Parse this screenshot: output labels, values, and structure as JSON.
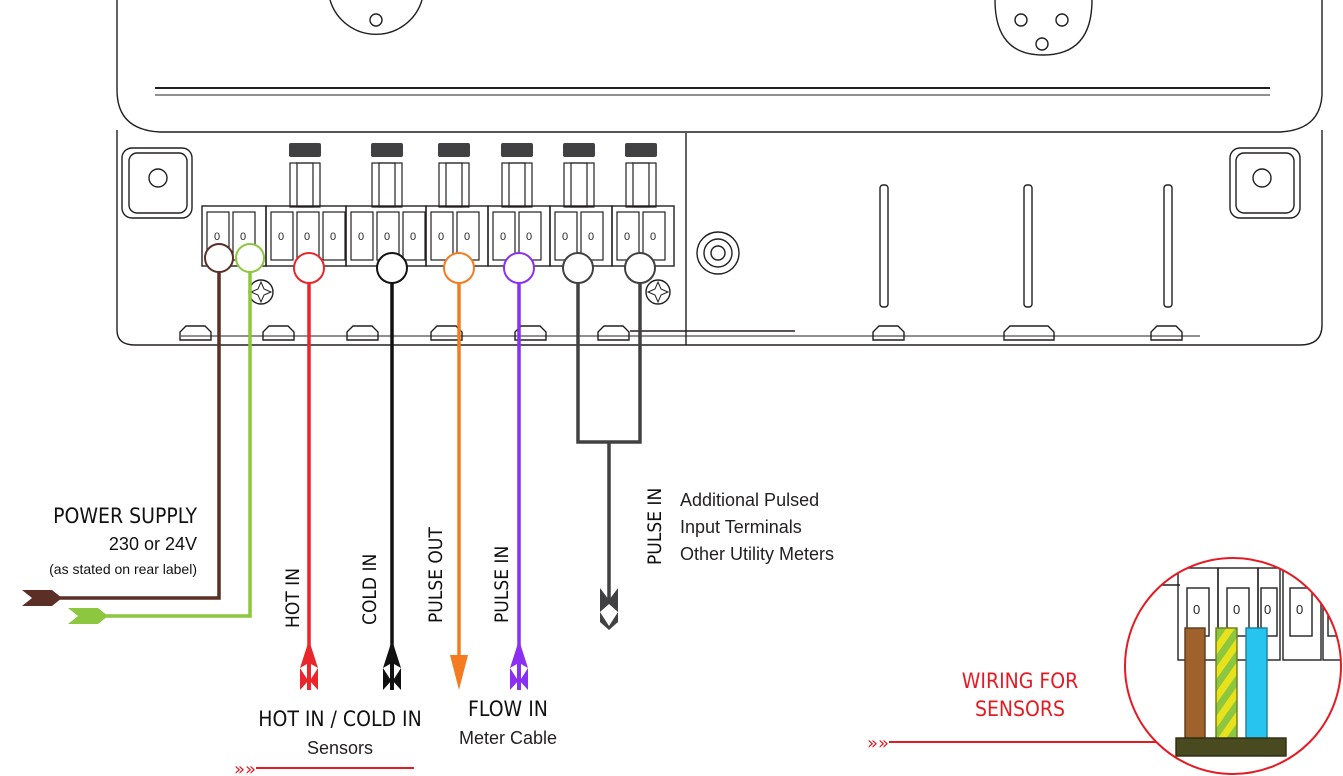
{
  "labels": {
    "power_supply": "POWER SUPPLY",
    "power_voltage": "230 or 24V",
    "power_note": "(as stated on rear label)",
    "hot_in": "HOT IN",
    "cold_in": "COLD IN",
    "pulse_out": "PULSE OUT",
    "pulse_in_1": "PULSE IN",
    "pulse_in_2": "PULSE IN",
    "additional_1": "Additional Pulsed",
    "additional_2": "Input Terminals",
    "additional_3": "Other Utility Meters",
    "hot_cold_title": "HOT IN / COLD IN",
    "hot_cold_sub": "Sensors",
    "flow_title": "FLOW IN",
    "flow_sub": "Meter Cable",
    "wiring_1": "WIRING FOR",
    "wiring_2": "SENSORS",
    "terminal_mark": "0",
    "arrow_glyph": "»»"
  },
  "colors": {
    "outline": "#231f20",
    "brown": "#5c2f26",
    "green": "#8dc63f",
    "red": "#e8262b",
    "black": "#111111",
    "orange": "#f47b20",
    "purple": "#8b2ff0",
    "grey": "#414042",
    "wire_brown": "#a0622d",
    "wire_yellow": "#e8e21c",
    "wire_cyan": "#27c4f0",
    "accent_red": "#e41b23"
  }
}
